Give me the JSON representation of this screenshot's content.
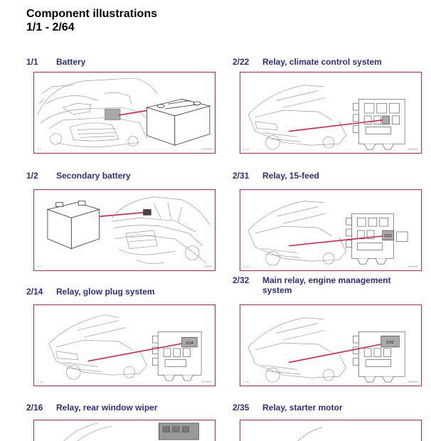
{
  "document": {
    "title_line1": "Component illustrations",
    "title_line2": "1/1 - 2/64"
  },
  "entries": [
    {
      "code": "1/1",
      "label": "Battery",
      "fig_code": "1/1",
      "fig_ref": "0000000"
    },
    {
      "code": "1/2",
      "label": "Secondary battery",
      "fig_code": "1/2",
      "fig_ref": "00000"
    },
    {
      "code": "2/14",
      "label": "Relay, glow plug system",
      "fig_code": "2_14",
      "fig_ref": "0000000",
      "box_label": "2/14"
    },
    {
      "code": "2/16",
      "label": "Relay, rear window wiper"
    },
    {
      "code": "2/22",
      "label": "Relay, climate control system",
      "fig_code": "2_22",
      "fig_ref": "0000000"
    },
    {
      "code": "2/31",
      "label": "Relay, 15-feed",
      "fig_code": "2_31",
      "fig_ref": "0000000",
      "box_label": "2/31"
    },
    {
      "code": "2/32",
      "label": "Main relay, engine management system",
      "fig_code": "2_32",
      "fig_ref": "0000000",
      "box_label": "2/32"
    },
    {
      "code": "2/35",
      "label": "Relay, starter motor"
    }
  ],
  "colors": {
    "heading": "#2b2f82",
    "frame_border": "#d4204a",
    "leader_line": "#d4204a",
    "highlight": "#a9a9a9"
  }
}
